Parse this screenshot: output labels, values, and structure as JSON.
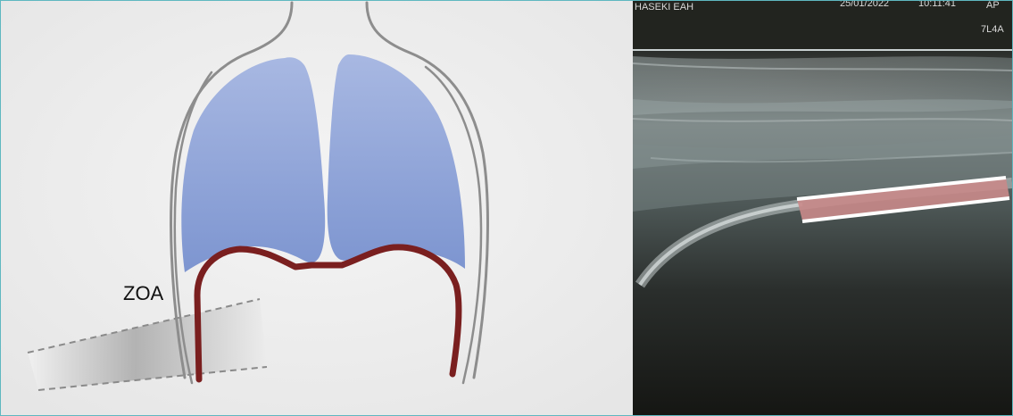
{
  "diagram": {
    "zoa_label": "ZOA",
    "colors": {
      "background": "#eeeeee",
      "lung": "#8ea3d6",
      "diaphragm": "#7a1f1f",
      "chest_wall": "#8a8a8a",
      "probe_dash": "#8a8a8a"
    }
  },
  "ultrasound": {
    "header_left": "HASEKI EAH",
    "header_date": "25/01/2022",
    "header_time": "10:11:41",
    "header_right": "AP",
    "probe": "7L4A",
    "colors": {
      "highlight_fill": "#c98a8a",
      "highlight_border": "#ffffff"
    }
  }
}
